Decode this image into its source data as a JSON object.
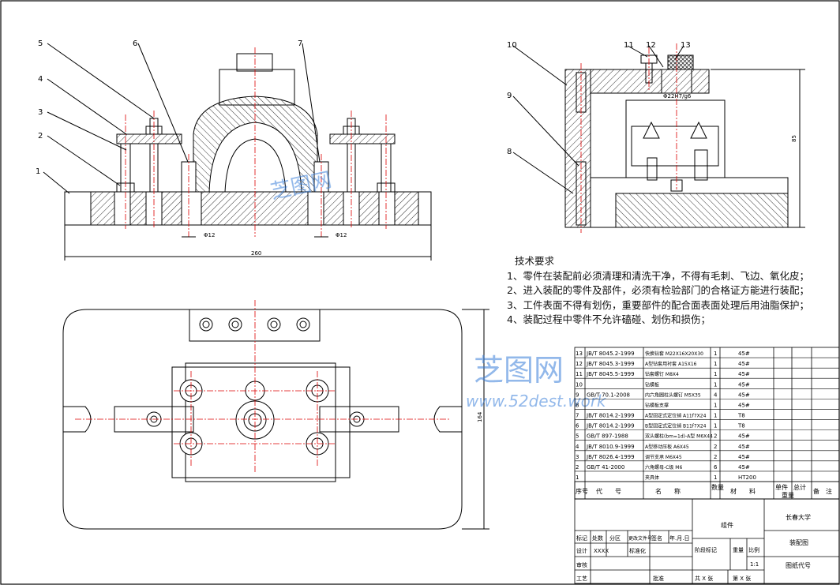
{
  "drawing": {
    "front_view": {
      "part_callouts": [
        "1",
        "2",
        "3",
        "4",
        "5",
        "6",
        "7"
      ],
      "dims": {
        "hole_left": "Φ12",
        "hole_right": "Φ12",
        "overall_length": "260"
      }
    },
    "side_view": {
      "part_callouts": [
        "8",
        "9",
        "10",
        "11",
        "12",
        "13"
      ],
      "dims": {
        "fit": "Φ22H7/g6",
        "height": "85"
      }
    },
    "plan_view": {
      "dims": {
        "width": "164"
      }
    },
    "watermark": {
      "brand": "芝图网",
      "url": "www.52dest.work"
    }
  },
  "tech_requirements": {
    "title": "技术要求",
    "items": [
      "1、零件在装配前必须清理和清洗干净，不得有毛刺、飞边、氧化皮；",
      "2、进入装配的零件及部件，必须有检验部门的合格证方能进行装配；",
      "3、工件表面不得有划伤，重要部件的配合面表面处理后用油脂保护；",
      "4、装配过程中零件不允许磕碰、划伤和损伤；"
    ]
  },
  "bom": {
    "rows": [
      [
        "13",
        "JB/T 8045.2-1999",
        "快换钻套 M22X16X20X30",
        "1",
        "",
        "45#"
      ],
      [
        "12",
        "JB/T 8045.3-1999",
        "A型钻套用衬套 A15X16",
        "1",
        "",
        "45#"
      ],
      [
        "11",
        "JB/T 8045.5-1999",
        "钻套螺钉 M8X4",
        "1",
        "",
        "45#"
      ],
      [
        "10",
        "",
        "钻模板",
        "1",
        "",
        "45#"
      ],
      [
        "9",
        "GB/T 70.1-2008",
        "内六角圆柱头螺钉 M5X35",
        "4",
        "",
        "45#"
      ],
      [
        "8",
        "",
        "钻模板支撑",
        "1",
        "",
        "45#"
      ],
      [
        "7",
        "JB/T 8014.2-1999",
        "A型固定式定位销 A11f7X24",
        "1",
        "",
        "T8"
      ],
      [
        "6",
        "JB/T 8014.2-1999",
        "B型固定式定位销 B11f7X24",
        "1",
        "",
        "T8"
      ],
      [
        "5",
        "GB/T 897-1988",
        "双头螺柱(bm=1d)-A型 M6X44",
        "2",
        "",
        "45#"
      ],
      [
        "4",
        "JB/T 8010.9-1999",
        "A型移动压板 A6X45",
        "2",
        "",
        "45#"
      ],
      [
        "3",
        "JB/T 8026.4-1999",
        "调节支承 M6X45",
        "2",
        "",
        "45#"
      ],
      [
        "2",
        "GB/T 41-2000",
        "六角螺母-C级 M6",
        "6",
        "",
        "45#"
      ],
      [
        "1",
        "",
        "夹具体",
        "1",
        "",
        "HT200"
      ]
    ],
    "header": {
      "no": "序号",
      "code": "代　　号",
      "name": "名　　称",
      "qty": "数量",
      "material": "材　　料",
      "unit_weight": "单件",
      "total_weight": "总计",
      "weight": "重量",
      "note": "备　注"
    }
  },
  "title_block": {
    "assembly": "组件",
    "school": "长春大学",
    "drawing_name": "装配图",
    "drawing_no": "图纸代号",
    "mark": "标记",
    "count": "处数",
    "zone": "分区",
    "change_doc": "更改文件号",
    "signature": "签名",
    "date": "年.月.日",
    "design": "设计",
    "designer": "XXXX",
    "standardize": "标准化",
    "stage": "阶段标记",
    "weight": "重量",
    "scale": "比例",
    "scale_value": "1:1",
    "review": "审核",
    "process": "工艺",
    "approve": "批准",
    "total": "共  X  张",
    "sheet": "第  X  张"
  }
}
